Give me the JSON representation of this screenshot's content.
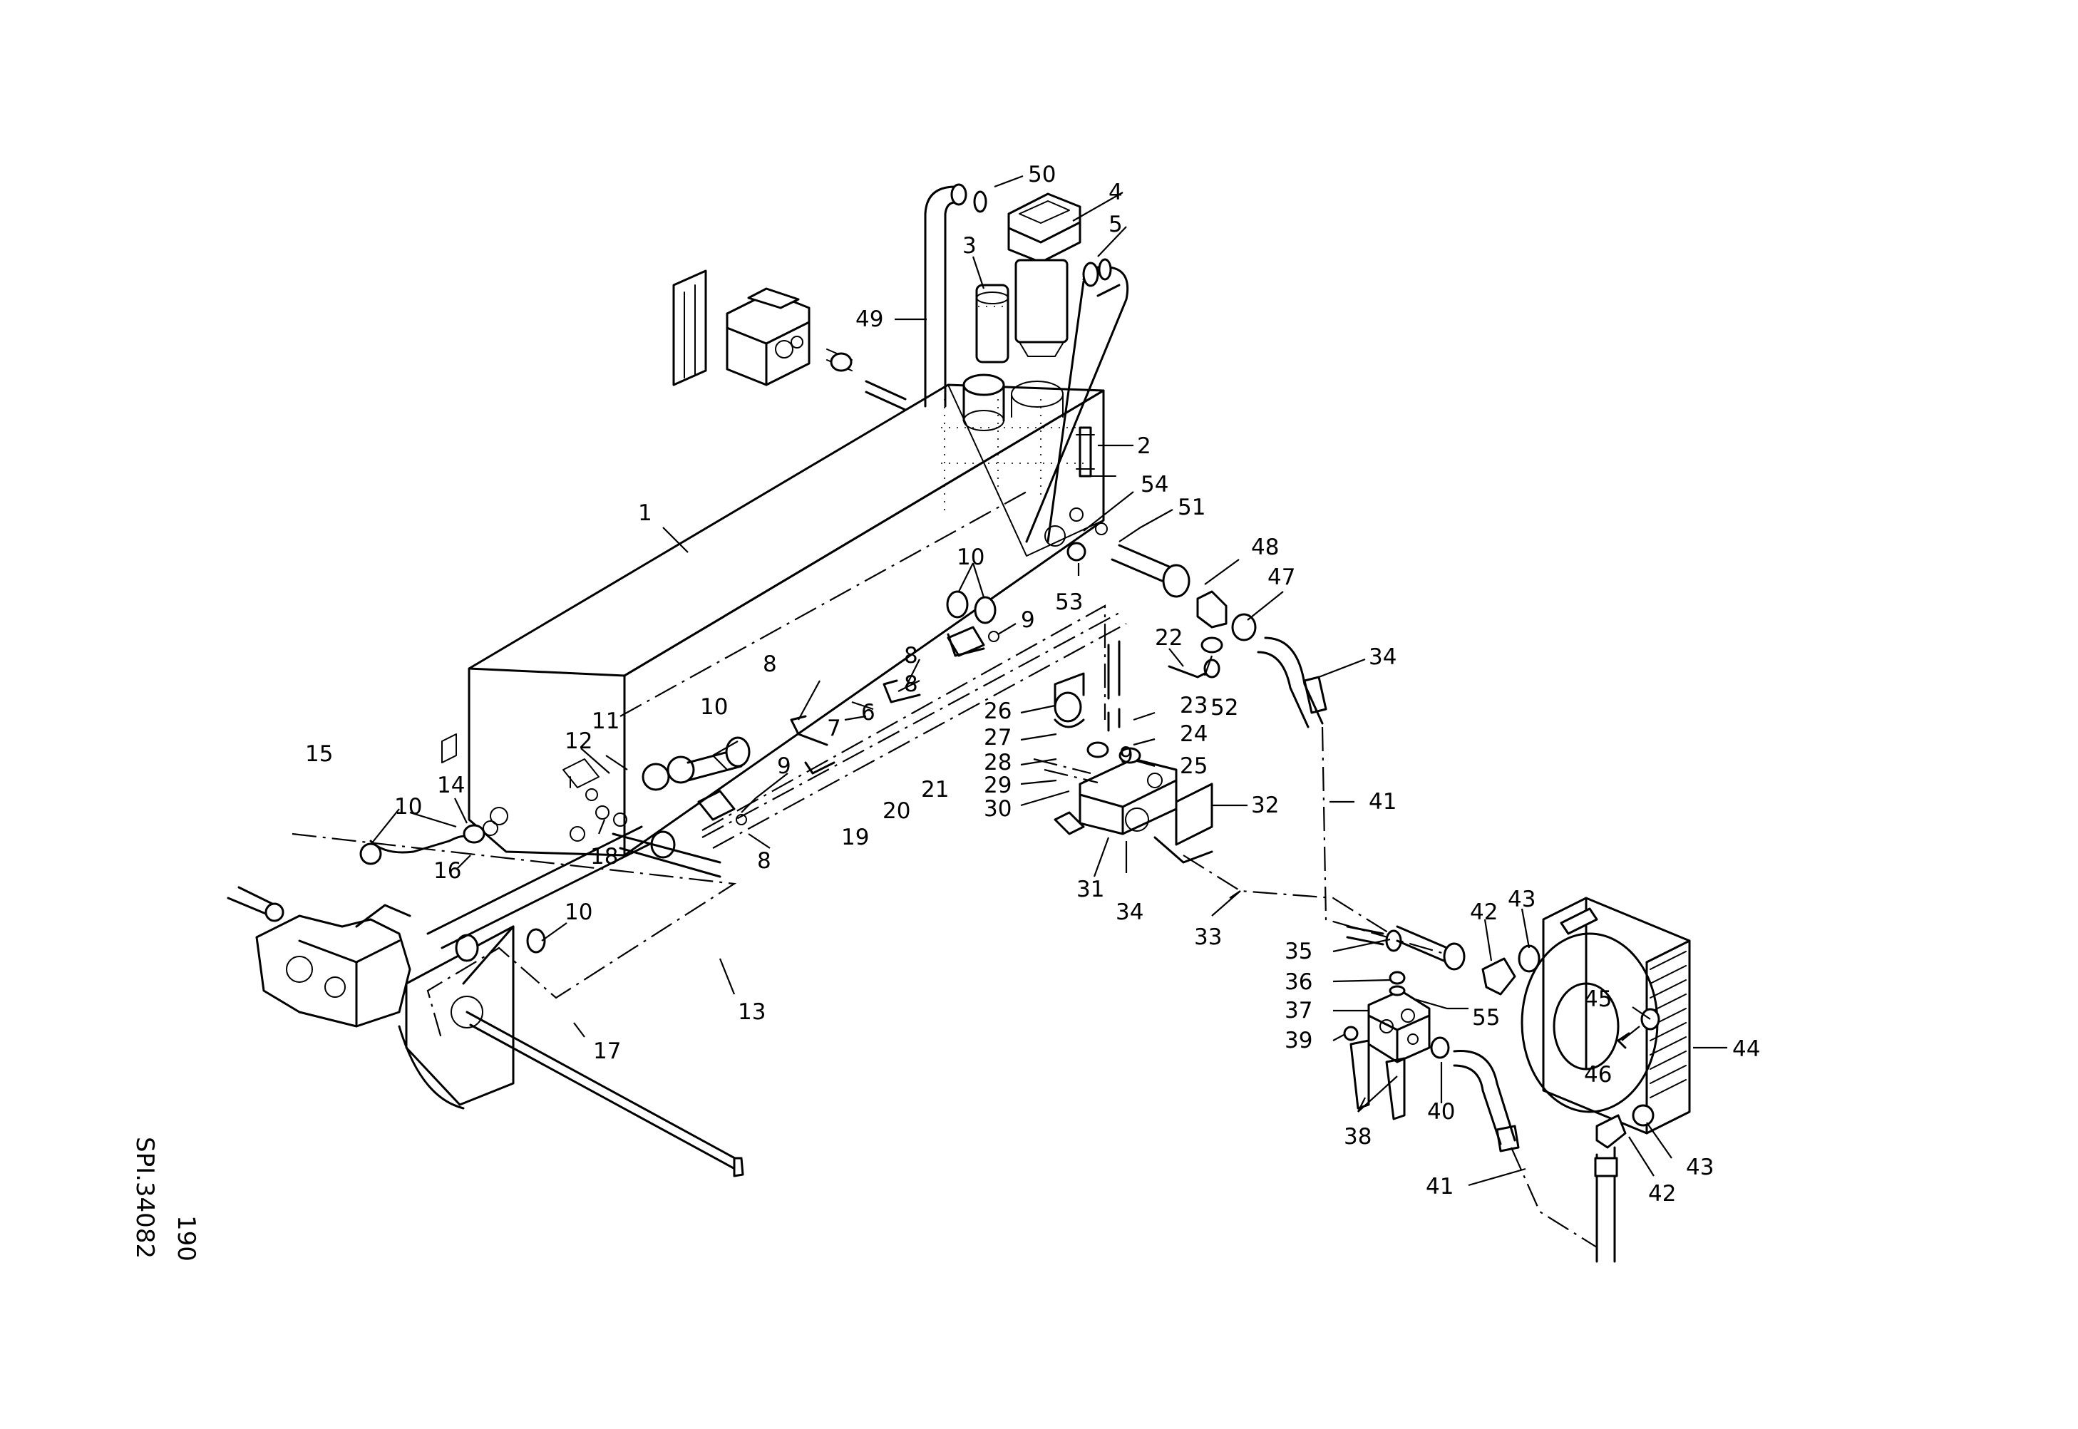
{
  "diagram": {
    "reference_code": "SPI.34082",
    "page_number": "190",
    "callouts": {
      "c1": "1",
      "c2": "2",
      "c3": "3",
      "c4": "4",
      "c5": "5",
      "c6": "6",
      "c7": "7",
      "c8a": "8",
      "c8b": "8",
      "c8c": "8",
      "c8d": "8",
      "c9a": "9",
      "c9b": "9",
      "c9c": "9",
      "c10a": "10",
      "c10b": "10",
      "c10c": "10",
      "c10d": "10",
      "c11": "11",
      "c12": "12",
      "c13": "13",
      "c14": "14",
      "c15": "15",
      "c16": "16",
      "c17": "17",
      "c18": "18",
      "c19": "19",
      "c20": "20",
      "c21": "21",
      "c22": "22",
      "c23": "23",
      "c24": "24",
      "c25": "25",
      "c26": "26",
      "c27": "27",
      "c28": "28",
      "c29": "29",
      "c30": "30",
      "c31": "31",
      "c32": "32",
      "c33": "33",
      "c34a": "34",
      "c34b": "34",
      "c35": "35",
      "c36": "36",
      "c37": "37",
      "c38": "38",
      "c39": "39",
      "c40": "40",
      "c41a": "41",
      "c41b": "41",
      "c42a": "42",
      "c42b": "42",
      "c43a": "43",
      "c43b": "43",
      "c44": "44",
      "c45": "45",
      "c46": "46",
      "c47": "47",
      "c48": "48",
      "c49": "49",
      "c50": "50",
      "c51": "51",
      "c52": "52",
      "c53": "53",
      "c54": "54",
      "c55": "55"
    }
  }
}
